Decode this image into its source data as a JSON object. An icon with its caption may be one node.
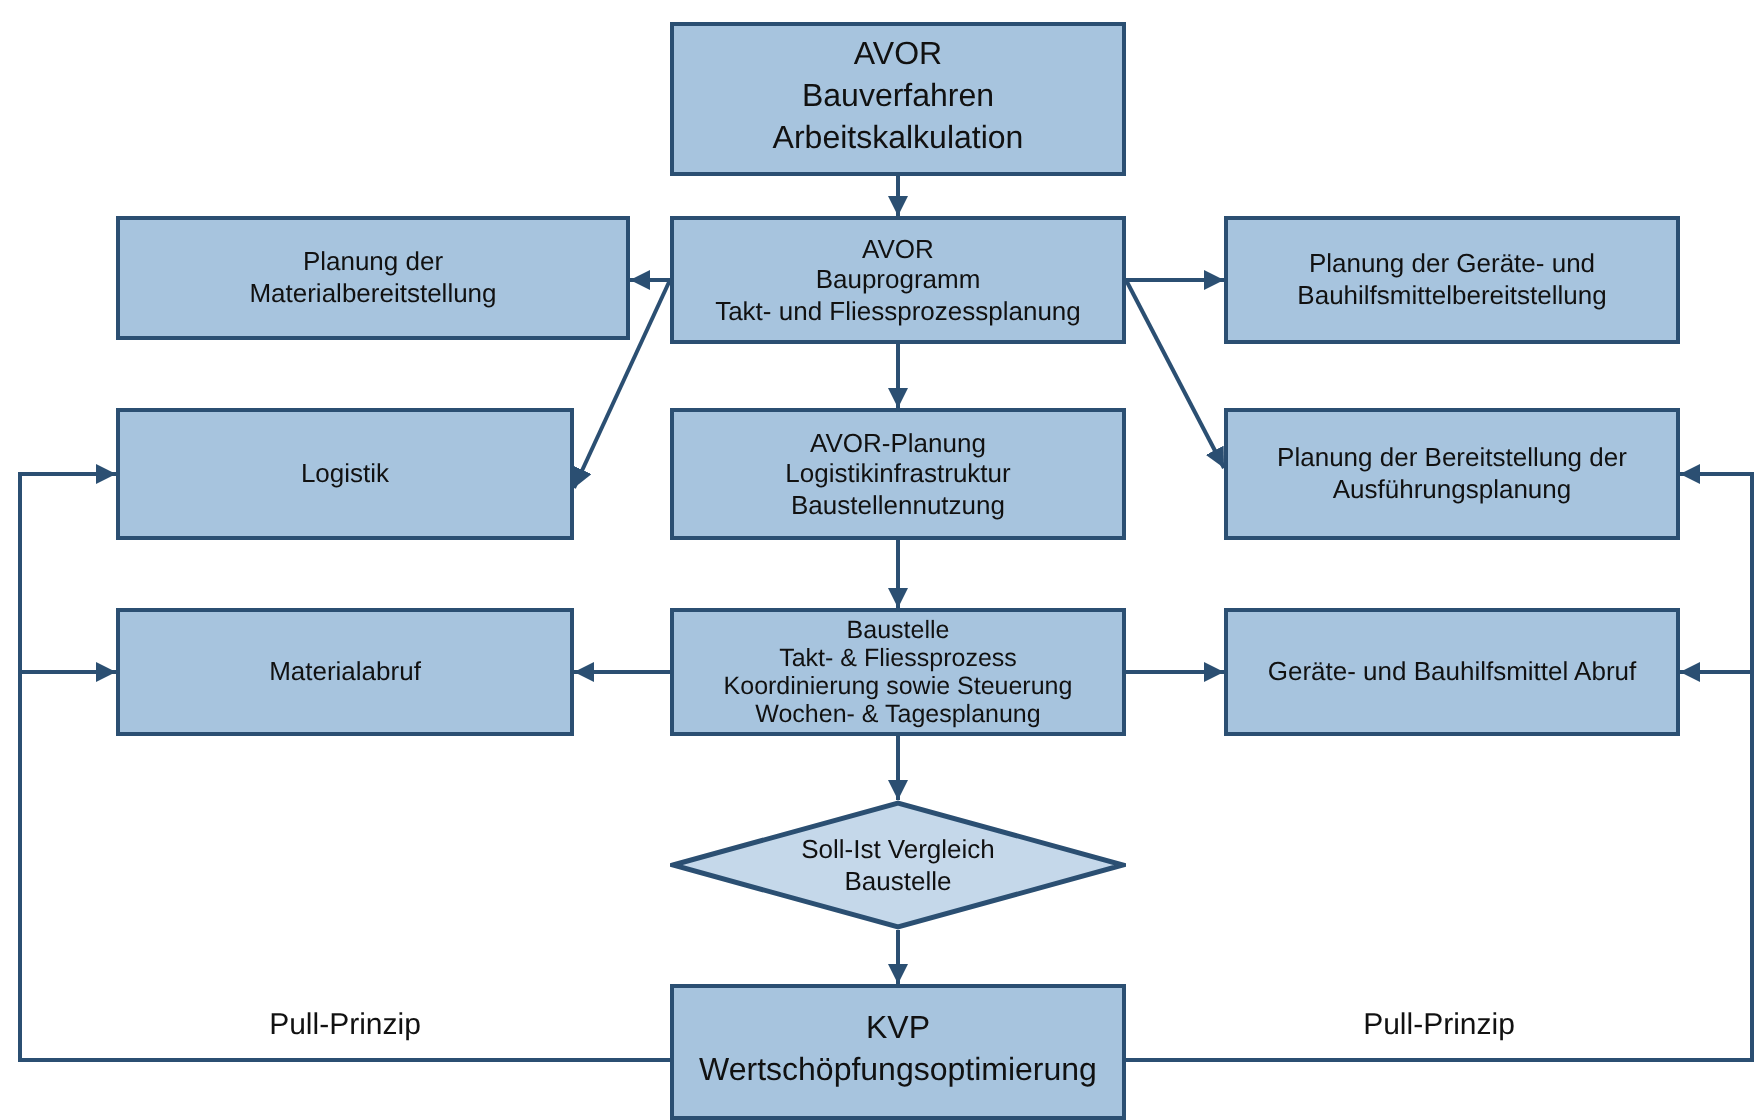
{
  "diagram": {
    "nodes": [
      {
        "text": [
          "AVOR",
          "Bauverfahren",
          "Arbeitskalkulation"
        ]
      },
      {
        "text": [
          "Planung der Materialbereitstellung"
        ]
      },
      {
        "text": [
          "AVOR",
          "Bauprogramm",
          "Takt- und Fliessprozessplanung"
        ]
      },
      {
        "text": [
          "Planung der Geräte- und Bauhilfsmittelbereitstellung"
        ]
      },
      {
        "text": [
          "Logistik"
        ]
      },
      {
        "text": [
          "AVOR-Planung",
          "Logistikinfrastruktur",
          "Baustellennutzung"
        ]
      },
      {
        "text": [
          "Planung der Bereitstellung der Ausführungsplanung"
        ]
      },
      {
        "text": [
          "Materialabruf"
        ]
      },
      {
        "text": [
          "Baustelle",
          "Takt- & Fliessprozess",
          "Koordinierung sowie Steuerung",
          "Wochen- & Tagesplanung"
        ]
      },
      {
        "text": [
          "Geräte- und Bauhilfsmittel Abruf"
        ]
      },
      {
        "text": [
          "Soll-Ist Vergleich Baustelle"
        ]
      },
      {
        "text": [
          "KVP",
          "Wertschöpfungsoptimierung"
        ]
      }
    ],
    "edges": [
      {
        "from": 0,
        "to": 2,
        "arrow": "to"
      },
      {
        "from": 2,
        "to": 1,
        "arrow": "to"
      },
      {
        "from": 2,
        "to": 3,
        "arrow": "to"
      },
      {
        "from": 2,
        "to": 4,
        "arrow": "to"
      },
      {
        "from": 2,
        "to": 6,
        "arrow": "to"
      },
      {
        "from": 2,
        "to": 5,
        "arrow": "to"
      },
      {
        "from": 5,
        "to": 8,
        "arrow": "to"
      },
      {
        "from": 8,
        "to": 7,
        "arrow": "to"
      },
      {
        "from": 8,
        "to": 9,
        "arrow": "to"
      },
      {
        "from": 8,
        "to": 10,
        "arrow": "to"
      },
      {
        "from": 10,
        "to": 11,
        "arrow": "to"
      },
      {
        "from": 11,
        "to": 4,
        "arrow": "to",
        "label": "Pull-Prinzip"
      },
      {
        "from": 11,
        "to": 7,
        "arrow": "to"
      },
      {
        "from": 11,
        "to": 6,
        "arrow": "to",
        "label": "Pull-Prinzip"
      },
      {
        "from": 11,
        "to": 9,
        "arrow": "to"
      }
    ]
  }
}
